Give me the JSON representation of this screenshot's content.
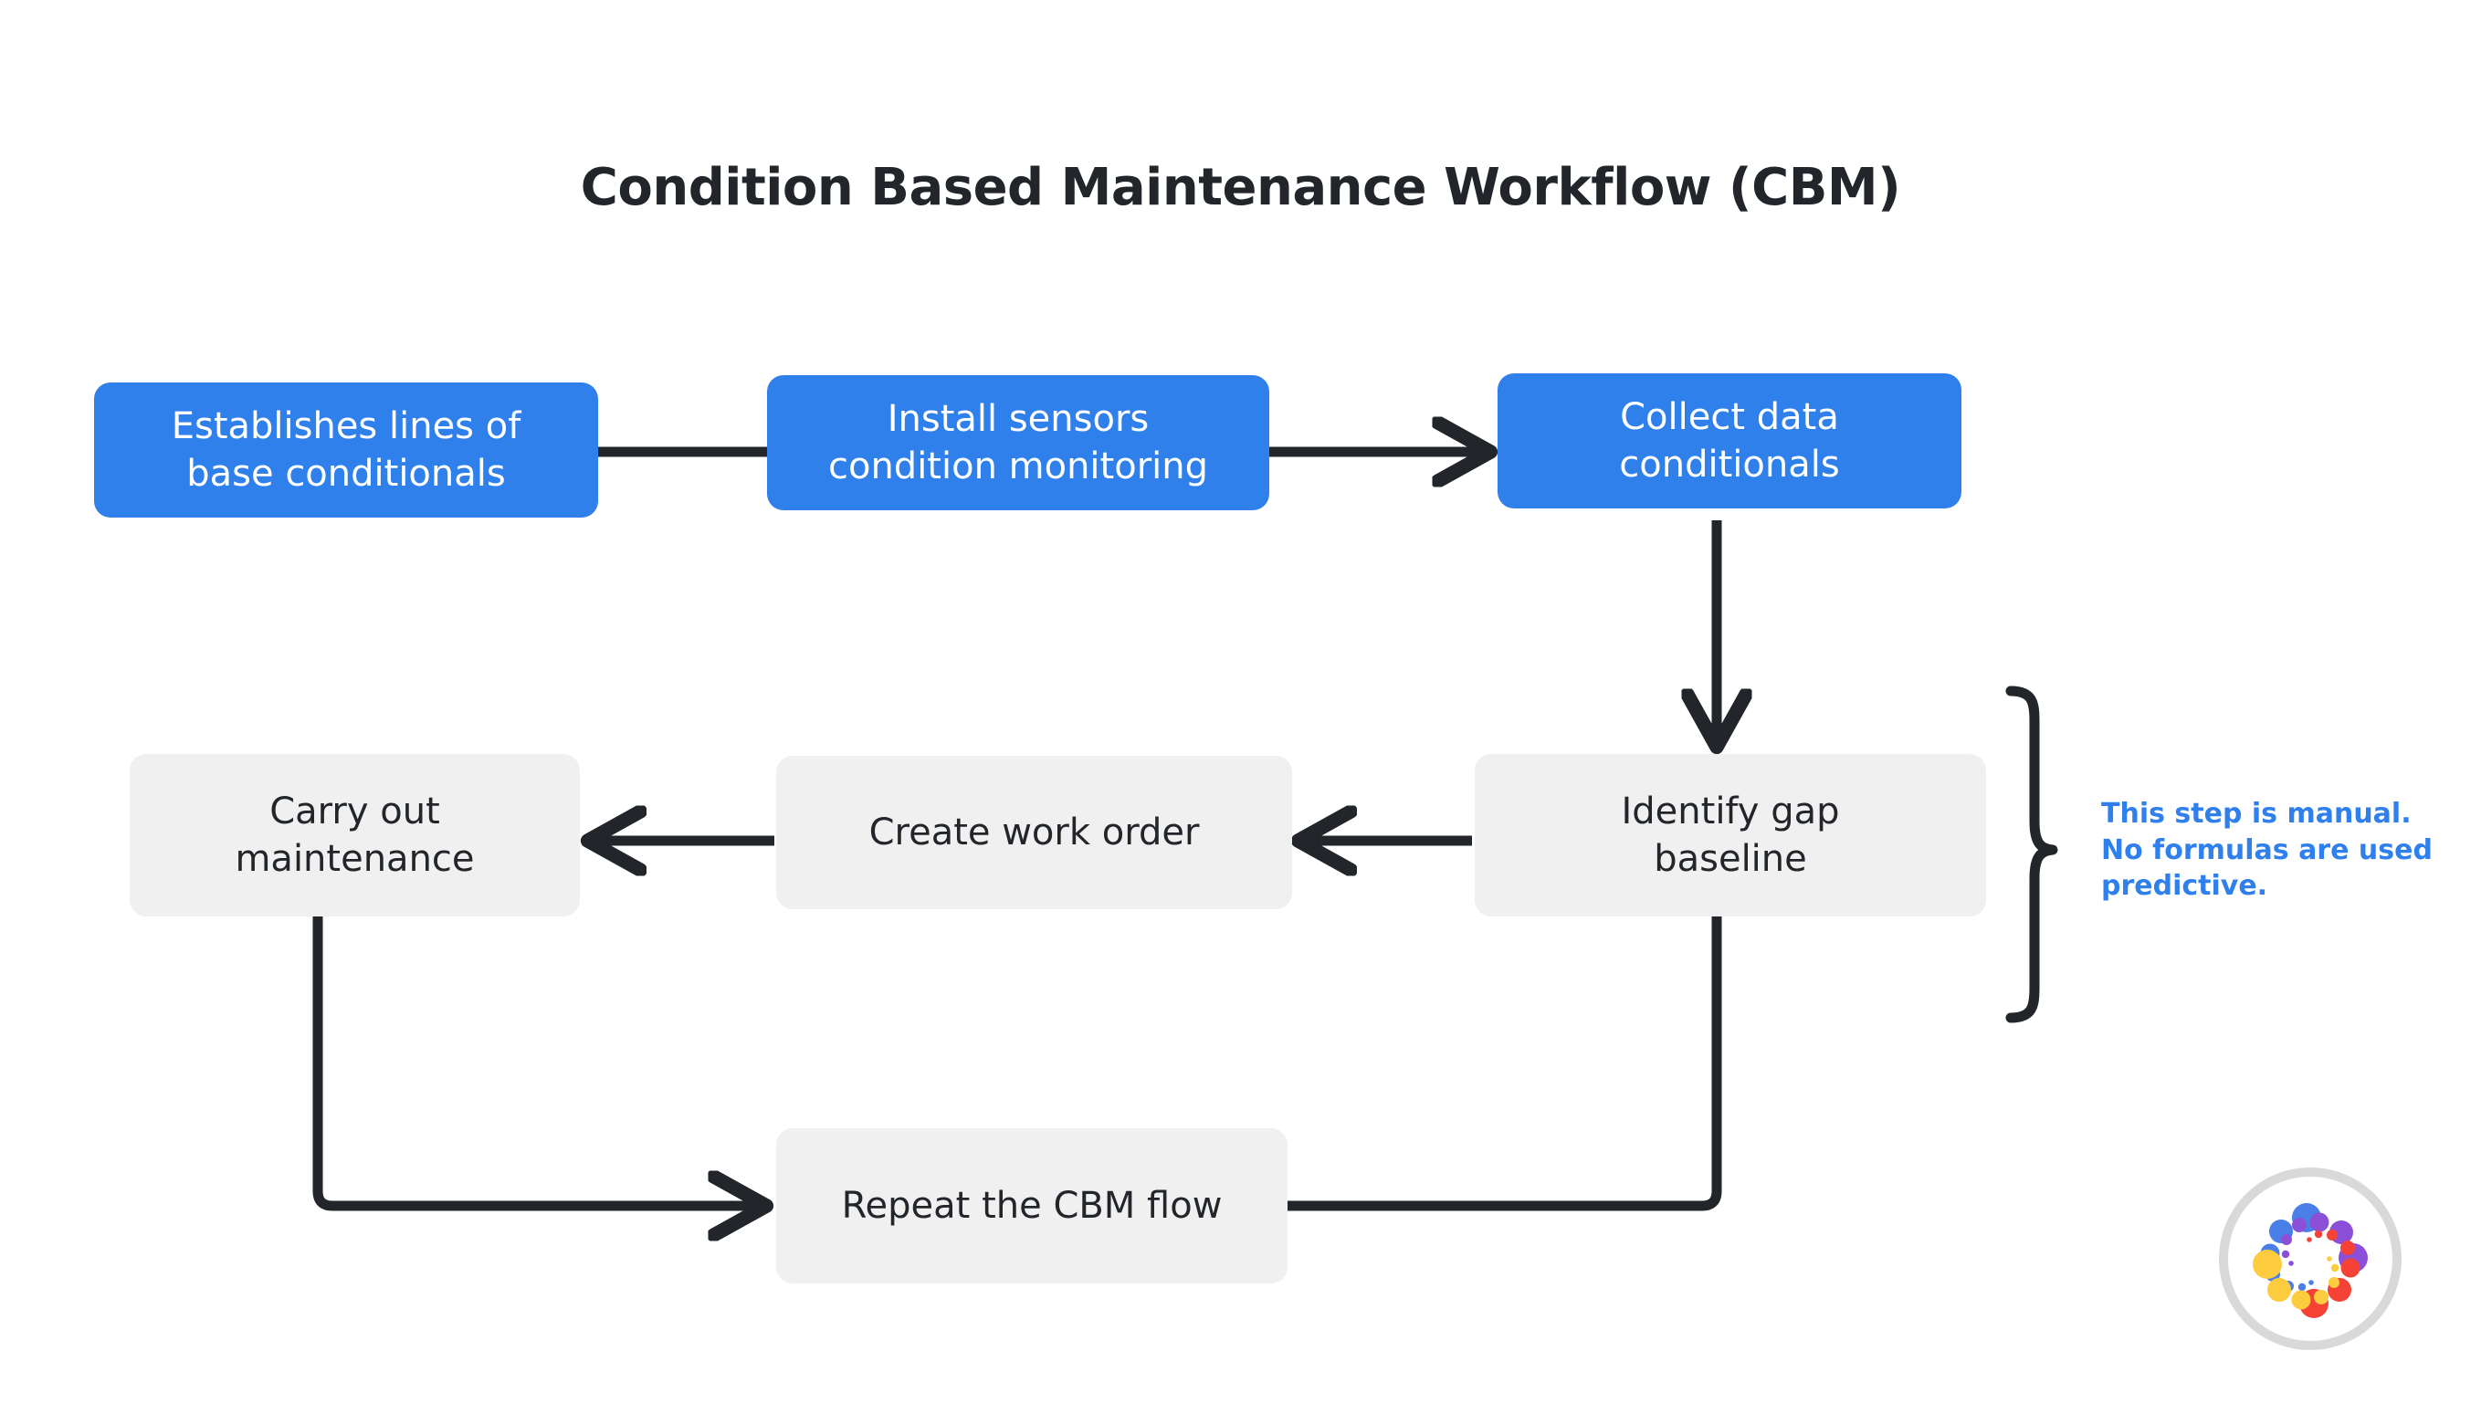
{
  "page": {
    "title": "Condition Based Maintenance Workflow (CBM)",
    "background_color": "#FFFFFF"
  },
  "colors": {
    "accent_blue": "#3080EC",
    "node_grey": "#F0F0F0",
    "text_dark": "#22252A",
    "annotation_blue": "#2F7FEC",
    "connector": "#22252A",
    "logo_ring": "#D9D9D9",
    "logo_blue": "#4A7FE8",
    "logo_purple": "#8B4FD8",
    "logo_red": "#F44336",
    "logo_yellow": "#FCCB3E"
  },
  "diagram": {
    "type": "flowchart",
    "nodes": [
      {
        "id": "establishes",
        "label": "Establishes lines of\nbase conditionals",
        "style": "blue",
        "row": 1,
        "col": 1
      },
      {
        "id": "install",
        "label": "Install sensors\ncondition monitoring",
        "style": "blue",
        "row": 1,
        "col": 2
      },
      {
        "id": "collect",
        "label": "Collect data\nconditionals",
        "style": "blue",
        "row": 1,
        "col": 3
      },
      {
        "id": "carry",
        "label": "Carry out\nmaintenance",
        "style": "grey",
        "row": 2,
        "col": 1
      },
      {
        "id": "workorder",
        "label": "Create work order",
        "style": "grey",
        "row": 2,
        "col": 2
      },
      {
        "id": "identify",
        "label": "Identify gap\nbaseline",
        "style": "grey",
        "row": 2,
        "col": 3
      },
      {
        "id": "repeat",
        "label": "Repeat the CBM flow",
        "style": "grey",
        "row": 3,
        "col": 2
      }
    ],
    "edges": [
      {
        "from": "establishes",
        "to": "install",
        "direction": "right",
        "arrowhead": false
      },
      {
        "from": "install",
        "to": "collect",
        "direction": "right",
        "arrowhead": true
      },
      {
        "from": "collect",
        "to": "identify",
        "direction": "down",
        "arrowhead": true
      },
      {
        "from": "identify",
        "to": "workorder",
        "direction": "left",
        "arrowhead": true
      },
      {
        "from": "workorder",
        "to": "carry",
        "direction": "left",
        "arrowhead": true
      },
      {
        "from": "carry",
        "to": "repeat",
        "direction": "down-right",
        "arrowhead": true
      },
      {
        "from": "identify",
        "to": "repeat",
        "direction": "down-left",
        "arrowhead": false
      }
    ],
    "annotation": {
      "text": "This step is manual.\nNo formulas are used\npredictive.",
      "brace": "right-curly-brace",
      "applies_to": "identify"
    }
  },
  "logo": {
    "name": "dotted-spiral-logo",
    "shape": "circle"
  }
}
